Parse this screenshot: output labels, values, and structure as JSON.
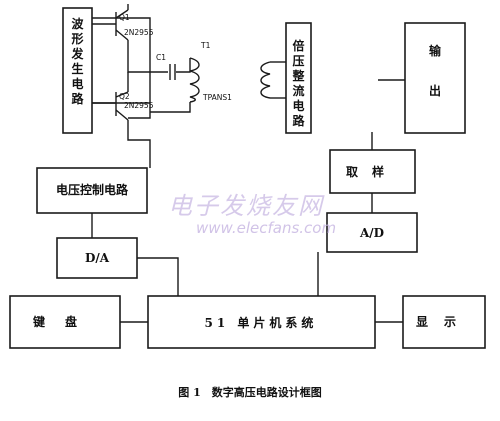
{
  "diagram": {
    "blocks": {
      "waveform_generator": "波形发生电路",
      "voltage_multiplier_rectifier": "倍压整流电路",
      "output": "输出",
      "voltage_control": "电压控制电路",
      "sampling": "取样",
      "dac": "D/A",
      "adc": "A/D",
      "keyboard": "键盘",
      "mcu_system": "51 单片机系统",
      "display": "显示"
    },
    "components": {
      "q1": "Q1",
      "q2": "Q2",
      "part1": "2N2955",
      "part2": "2N2955",
      "capacitor": "C1",
      "transformer": "T1",
      "transformer_part": "TPANS1"
    },
    "caption": "图 1　数字高压电路设计框图",
    "watermark": {
      "cn": "电子发烧友网",
      "url": "www.elecfans.com"
    }
  }
}
